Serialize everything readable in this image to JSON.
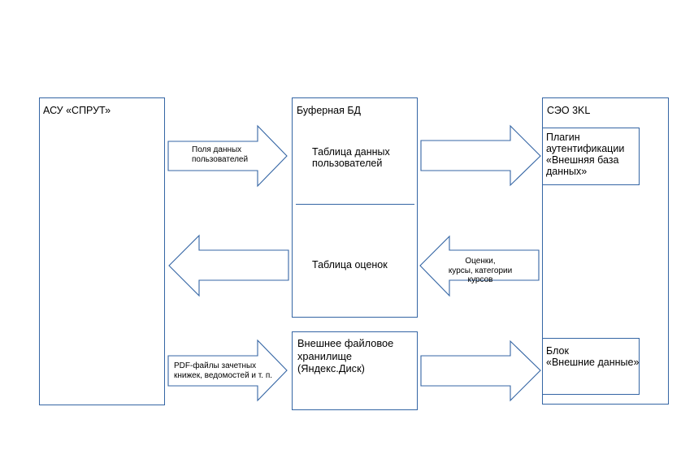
{
  "colors": {
    "stroke": "#3465a4",
    "background": "#ffffff",
    "text": "#000000"
  },
  "nodes": {
    "asu_sprut": {
      "title": "АСУ «СПРУТ»"
    },
    "buffer_db": {
      "title": "Буферная БД",
      "users_table": "Таблица данных\nпользователей",
      "grades_table": "Таблица оценок"
    },
    "external_storage": {
      "title": "Внешнее файловое\nхранилище\n(Яндекс.Диск)"
    },
    "seo_3kl": {
      "title": "СЭО 3KL",
      "auth_plugin": "Плагин\nаутентификации\n«Внешняя база\nданных»",
      "external_data_block": "Блок\n«Внешние данные»"
    }
  },
  "edges": [
    {
      "id": "asu-to-buffer-users",
      "from": "АСУ «СПРУТ»",
      "to": "Таблица данных пользователей",
      "direction": "right",
      "label": "Поля данных\nпользователей"
    },
    {
      "id": "buffer-users-to-plugin",
      "from": "Таблица данных пользователей",
      "to": "Плагин аутентификации",
      "direction": "right",
      "label": ""
    },
    {
      "id": "buffer-grades-to-asu",
      "from": "Таблица оценок",
      "to": "АСУ «СПРУТ»",
      "direction": "left",
      "label": ""
    },
    {
      "id": "seo-to-buffer-grades",
      "from": "СЭО 3KL",
      "to": "Таблица оценок",
      "direction": "left",
      "label": "Оценки,\nкурсы, категории курсов"
    },
    {
      "id": "asu-to-storage",
      "from": "АСУ «СПРУТ»",
      "to": "Внешнее файловое хранилище",
      "direction": "right",
      "label": "PDF-файлы зачетных\nкнижек, ведомостей и т. п."
    },
    {
      "id": "storage-to-block",
      "from": "Внешнее файловое хранилище",
      "to": "Блок «Внешние данные»",
      "direction": "right",
      "label": ""
    }
  ]
}
